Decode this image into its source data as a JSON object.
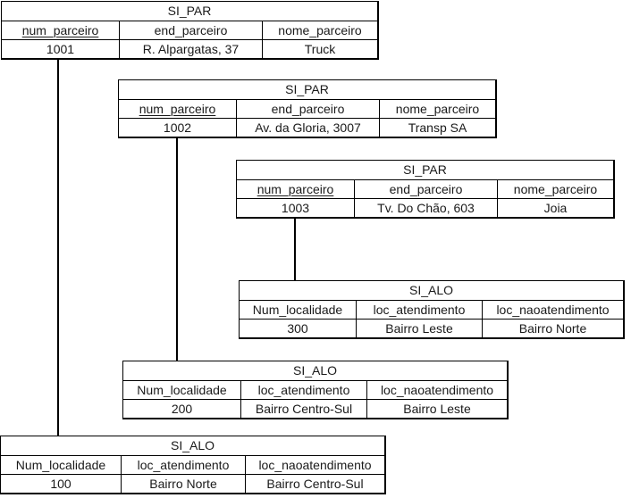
{
  "partner_tables": [
    {
      "name": "SI_PAR",
      "columns": [
        "num_parceiro",
        "end_parceiro",
        "nome_parceiro"
      ],
      "row": [
        "1001",
        "R. Alpargatas, 37",
        "Truck"
      ]
    },
    {
      "name": "SI_PAR",
      "columns": [
        "num_parceiro",
        "end_parceiro",
        "nome_parceiro"
      ],
      "row": [
        "1002",
        "Av. da Gloria, 3007",
        "Transp SA"
      ]
    },
    {
      "name": "SI_PAR",
      "columns": [
        "num_parceiro",
        "end_parceiro",
        "nome_parceiro"
      ],
      "row": [
        "1003",
        "Tv. Do Chão, 603",
        "Joia"
      ]
    }
  ],
  "location_tables": [
    {
      "name": "SI_ALO",
      "columns": [
        "Num_localidade",
        "loc_atendimento",
        "loc_naoatendimento"
      ],
      "row": [
        "300",
        "Bairro Leste",
        "Bairro Norte"
      ]
    },
    {
      "name": "SI_ALO",
      "columns": [
        "Num_localidade",
        "loc_atendimento",
        "loc_naoatendimento"
      ],
      "row": [
        "200",
        "Bairro Centro-Sul",
        "Bairro Leste"
      ]
    },
    {
      "name": "SI_ALO",
      "columns": [
        "Num_localidade",
        "loc_atendimento",
        "loc_naoatendimento"
      ],
      "row": [
        "100",
        "Bairro Norte",
        "Bairro Centro-Sul"
      ]
    }
  ]
}
